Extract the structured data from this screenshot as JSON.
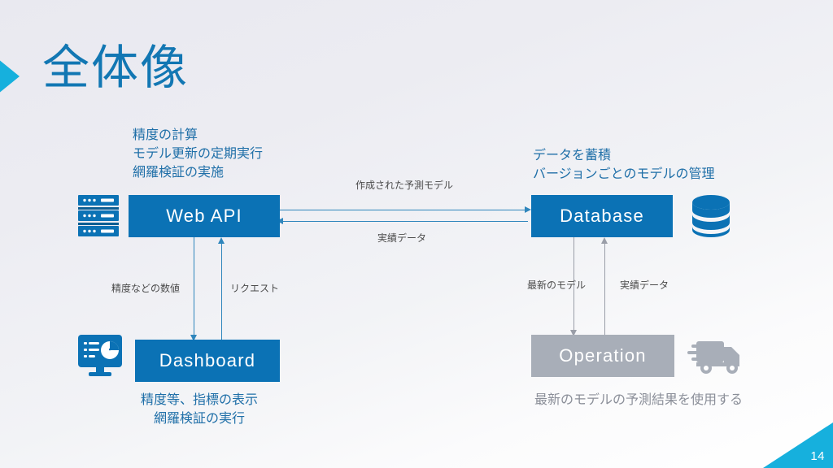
{
  "slide": {
    "title": "全体像",
    "page_number": "14",
    "accent_color": "#16b0dd",
    "title_color": "#1277b3",
    "node_blue": "#0b72b5",
    "node_gray": "#a8aeb8",
    "line_blue": "#2f86bc",
    "line_gray": "#9a9ea8"
  },
  "nodes": {
    "web_api": {
      "label": "Web API",
      "icon": "server-rack-icon"
    },
    "database": {
      "label": "Database",
      "icon": "database-cylinder-icon"
    },
    "dashboard": {
      "label": "Dashboard",
      "icon": "dashboard-monitor-icon"
    },
    "operation": {
      "label": "Operation",
      "icon": "delivery-truck-icon"
    }
  },
  "annotations": {
    "web_api": "精度の計算\nモデル更新の定期実行\n網羅検証の実施",
    "web_api_lines": [
      "精度の計算",
      "モデル更新の定期実行",
      "網羅検証の実施"
    ],
    "database_lines": [
      "データを蓄積",
      "バージョンごとのモデルの管理"
    ],
    "dashboard_lines": [
      "精度等、指標の表示",
      "網羅検証の実行"
    ],
    "operation_lines": [
      "最新のモデルの予測結果を使用する"
    ]
  },
  "edges": {
    "model_created": {
      "label": "作成された予測モデル",
      "from": "Web API",
      "to": "Database",
      "direction": "right"
    },
    "actual_data": {
      "label": "実績データ",
      "from": "Database",
      "to": "Web API",
      "direction": "left"
    },
    "metrics": {
      "label": "精度などの数値",
      "from": "Web API",
      "to": "Dashboard",
      "direction": "down"
    },
    "request": {
      "label": "リクエスト",
      "from": "Dashboard",
      "to": "Web API",
      "direction": "up"
    },
    "latest_model": {
      "label": "最新のモデル",
      "from": "Database",
      "to": "Operation",
      "direction": "down"
    },
    "actual_data_2": {
      "label": "実績データ",
      "from": "Operation",
      "to": "Database",
      "direction": "up"
    }
  }
}
